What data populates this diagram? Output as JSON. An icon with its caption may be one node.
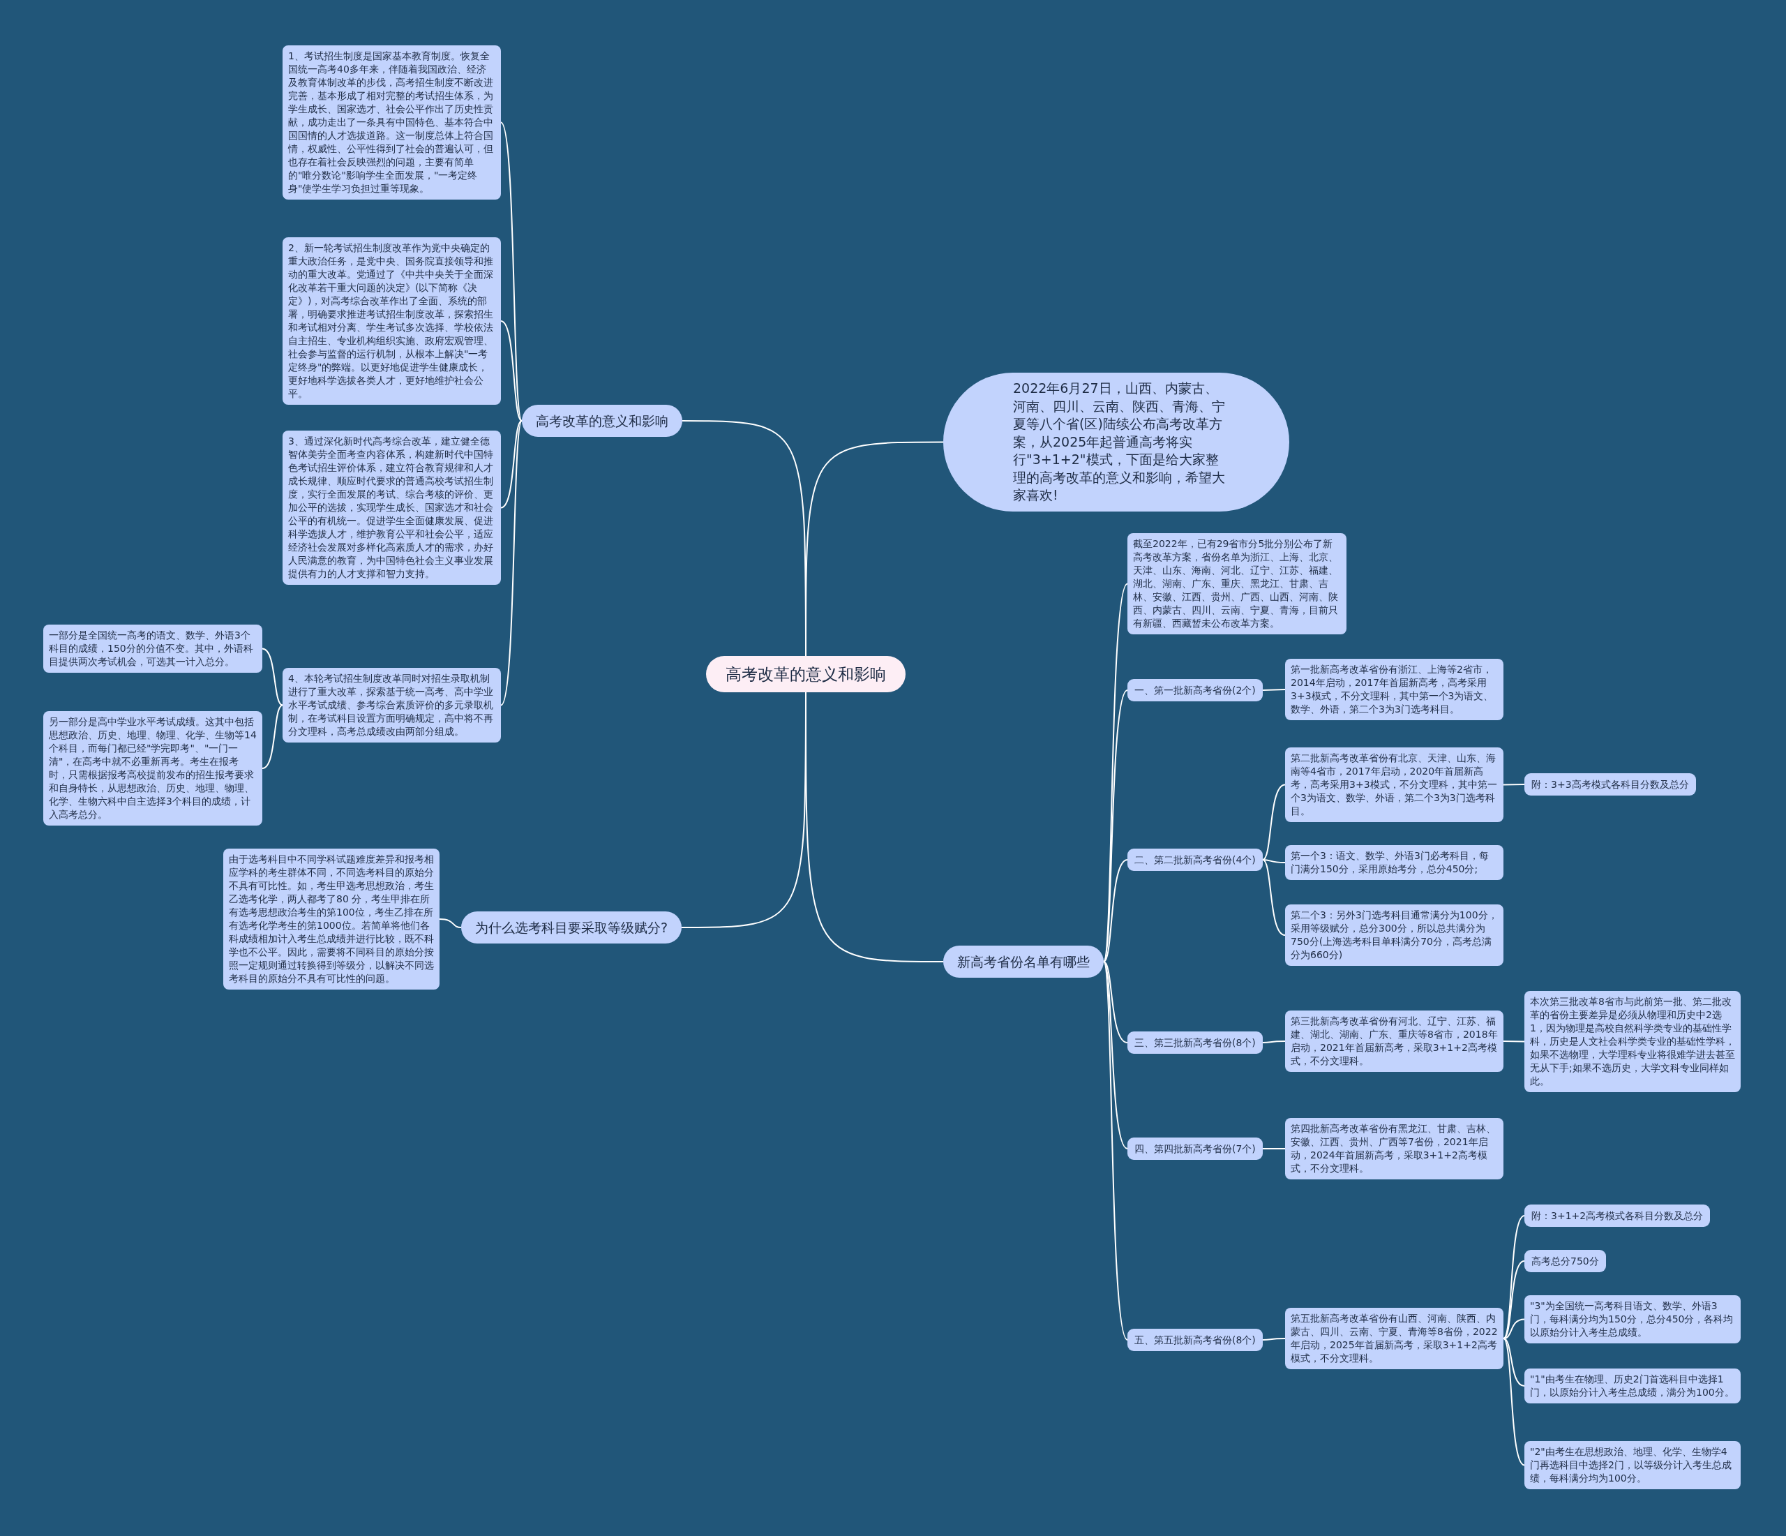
{
  "diagram": {
    "nodes": [
      {
        "text": [
          "高考改革的意义和影响"
        ]
      },
      {
        "text": [
          "高考改革的意义和影响"
        ]
      },
      {
        "text": [
          "1、考试招生制度是国家基本教育制度。恢复全国统一高考40多年来，伴随着我国政治、经济及教育体制改革的步伐，高考招生制度不断改进完善，基本形成了相对完整的考试招生体系，为学生成长、国家选才、社会公平作出了历史性贡献，成功走出了一条具有中国特色、基本符合中国国情的人才选拔道路。这一制度总体上符合国情，权威性、公平性得到了社会的普遍认可，但也存在着社会反映强烈的问题，主要有简单的\"唯分数论\"影响学生全面发展，\"一考定终身\"使学生学习负担过重等现象。"
        ]
      },
      {
        "text": [
          "2、新一轮考试招生制度改革作为党中央确定的重大政治任务，是党中央、国务院直接领导和推动的重大改革。党通过了《中共中央关于全面深化改革若干重大问题的决定》(以下简称《决定》)，对高考综合改革作出了全面、系统的部署，明确要求推进考试招生制度改革，探索招生和考试相对分离、学生考试多次选择、学校依法自主招生、专业机构组织实施、政府宏观管理、社会参与监督的运行机制，从根本上解决\"一考定终身\"的弊端。以更好地促进学生健康成长，更好地科学选拔各类人才，更好地维护社会公平。"
        ]
      },
      {
        "text": [
          "3、通过深化新时代高考综合改革，建立健全德智体美劳全面考查内容体系，构建新时代中国特色考试招生评价体系，建立符合教育规律和人才成长规律、顺应时代要求的普通高校考试招生制度，实行全面发展的考试、综合考核的评价、更加公平的选拔，实现学生成长、国家选才和社会公平的有机统一。促进学生全面健康发展、促进科学选拔人才，维护教育公平和社会公平，适应经济社会发展对多样化高素质人才的需求，办好人民满意的教育，为中国特色社会主义事业发展提供有力的人才支撑和智力支持。"
        ]
      },
      {
        "text": [
          "4、本轮考试招生制度改革同时对招生录取机制进行了重大改革，探索基于统一高考、高中学业水平考试成绩、参考综合素质评价的多元录取机制，在考试科目设置方面明确规定，高中将不再分文理科，高考总成绩改由两部分组成。"
        ]
      },
      {
        "text": [
          "一部分是全国统一高考的语文、数学、外语3个科目的成绩，150分的分值不变。其中，外语科目提供两次考试机会，可选其一计入总分。"
        ]
      },
      {
        "text": [
          "另一部分是高中学业水平考试成绩。这其中包括思想政治、历史、地理、物理、化学、生物等14个科目，而每门都已经\"学完即考\"、\"一门一清\"，在高考中就不必重新再考。考生在报考时，只需根据报考高校提前发布的招生报考要求和自身特长，从思想政治、历史、地理、物理、化学、生物六科中自主选择3个科目的成绩，计入高考总分。"
        ]
      },
      {
        "text": [
          "为什么选考科目要采取等级赋分?"
        ]
      },
      {
        "text": [
          "由于选考科目中不同学科试题难度差异和报考相应学科的考生群体不同，不同选考科目的原始分不具有可比性。如，考生甲选考思想政治，考生乙选考化学，两人都考了80 分，考生甲排在所有选考思想政治考生的第100位，考生乙排在所有选考化学考生的第1000位。若简单将他们各科成绩相加计入考生总成绩并进行比较，既不科学也不公平。因此，需要将不同科目的原始分按照一定规则通过转换得到等级分，以解决不同选考科目的原始分不具有可比性的问题。"
        ]
      },
      {
        "text": [
          "2022年6月27日，山西、内蒙古、河南、四川、云南、陕西、青海、宁夏等八个省(区)陆续公布高考改革方案，从2025年起普通高考将实行\"3+1+2\"模式，下面是给大家整理的高考改革的意义和影响，希望大家喜欢!"
        ]
      },
      {
        "text": [
          "新高考省份名单有哪些"
        ]
      },
      {
        "text": [
          "截至2022年，已有29省市分5批分别公布了新高考改革方案，省份名单为浙江、上海、北京、天津、山东、海南、河北、辽宁、江苏、福建、湖北、湖南、广东、重庆、黑龙江、甘肃、吉林、安徽、江西、贵州、广西、山西、河南、陕西、内蒙古、四川、云南、宁夏、青海，目前只有新疆、西藏暂未公布改革方案。"
        ]
      },
      {
        "text": [
          "一、第一批新高考省份(2个)"
        ]
      },
      {
        "text": [
          "第一批新高考改革省份有浙江、上海等2省市，2014年启动，2017年首届新高考，高考采用3+3模式，不分文理科，其中第一个3为语文、数学、外语，第二个3为3门选考科目。"
        ]
      },
      {
        "text": [
          "二、第二批新高考省份(4个)"
        ]
      },
      {
        "text": [
          "第二批新高考改革省份有北京、天津、山东、海南等4省市，2017年启动，2020年首届新高考，高考采用3+3模式，不分文理科，其中第一个3为语文、数学、外语，第二个3为3门选考科目。"
        ]
      },
      {
        "text": [
          "附：3+3高考模式各科目分数及总分"
        ]
      },
      {
        "text": [
          "第一个3：语文、数学、外语3门必考科目，每门满分150分，采用原始考分，总分450分;"
        ]
      },
      {
        "text": [
          "第二个3：另外3门选考科目通常满分为100分，采用等级赋分，总分300分，所以总共满分为750分(上海选考科目单科满分70分，高考总满分为660分)"
        ]
      },
      {
        "text": [
          "三、第三批新高考省份(8个)"
        ]
      },
      {
        "text": [
          "第三批新高考改革省份有河北、辽宁、江苏、福建、湖北、湖南、广东、重庆等8省市，2018年启动，2021年首届新高考，采取3+1+2高考模式，不分文理科。"
        ]
      },
      {
        "text": [
          "本次第三批改革8省市与此前第一批、第二批改革的省份主要差异是必须从物理和历史中2选1，因为物理是高校自然科学类专业的基础性学科，历史是人文社会科学类专业的基础性学科，如果不选物理，大学理科专业将很难学进去甚至无从下手;如果不选历史，大学文科专业同样如此。"
        ]
      },
      {
        "text": [
          "四、第四批新高考省份(7个)"
        ]
      },
      {
        "text": [
          "第四批新高考改革省份有黑龙江、甘肃、吉林、安徽、江西、贵州、广西等7省份，2021年启动，2024年首届新高考，采取3+1+2高考模式，不分文理科。"
        ]
      },
      {
        "text": [
          "五、第五批新高考省份(8个)"
        ]
      },
      {
        "text": [
          "第五批新高考改革省份有山西、河南、陕西、内蒙古、四川、云南、宁夏、青海等8省份，2022年启动，2025年首届新高考，采取3+1+2高考模式，不分文理科。"
        ]
      },
      {
        "text": [
          "附：3+1+2高考模式各科目分数及总分"
        ]
      },
      {
        "text": [
          "高考总分750分"
        ]
      },
      {
        "text": [
          "\"3\"为全国统一高考科目语文、数学、外语3门，每科满分均为150分，总分450分，各科均以原始分计入考生总成绩。"
        ]
      },
      {
        "text": [
          "\"1\"由考生在物理、历史2门首选科目中选择1门，以原始分计入考生总成绩，满分为100分。"
        ]
      },
      {
        "text": [
          "\"2\"由考生在思想政治、地理、化学、生物学4门再选科目中选择2门，以等级分计入考生总成绩，每科满分均为100分。"
        ]
      }
    ],
    "edges": [
      {
        "from": 0,
        "to": 1,
        "arrow": "none"
      },
      {
        "from": 1,
        "to": 2,
        "arrow": "none"
      },
      {
        "from": 1,
        "to": 3,
        "arrow": "none"
      },
      {
        "from": 1,
        "to": 4,
        "arrow": "none"
      },
      {
        "from": 1,
        "to": 5,
        "arrow": "none"
      },
      {
        "from": 5,
        "to": 6,
        "arrow": "none"
      },
      {
        "from": 5,
        "to": 7,
        "arrow": "none"
      },
      {
        "from": 0,
        "to": 8,
        "arrow": "none"
      },
      {
        "from": 8,
        "to": 9,
        "arrow": "none"
      },
      {
        "from": 0,
        "to": 10,
        "arrow": "none"
      },
      {
        "from": 0,
        "to": 11,
        "arrow": "none"
      },
      {
        "from": 11,
        "to": 12,
        "arrow": "none"
      },
      {
        "from": 11,
        "to": 13,
        "arrow": "none"
      },
      {
        "from": 13,
        "to": 14,
        "arrow": "none"
      },
      {
        "from": 11,
        "to": 15,
        "arrow": "none"
      },
      {
        "from": 15,
        "to": 16,
        "arrow": "none"
      },
      {
        "from": 16,
        "to": 17,
        "arrow": "none"
      },
      {
        "from": 15,
        "to": 18,
        "arrow": "none"
      },
      {
        "from": 15,
        "to": 19,
        "arrow": "none"
      },
      {
        "from": 11,
        "to": 20,
        "arrow": "none"
      },
      {
        "from": 20,
        "to": 21,
        "arrow": "none"
      },
      {
        "from": 21,
        "to": 22,
        "arrow": "none"
      },
      {
        "from": 11,
        "to": 23,
        "arrow": "none"
      },
      {
        "from": 23,
        "to": 24,
        "arrow": "none"
      },
      {
        "from": 11,
        "to": 25,
        "arrow": "none"
      },
      {
        "from": 25,
        "to": 26,
        "arrow": "none"
      },
      {
        "from": 26,
        "to": 27,
        "arrow": "none"
      },
      {
        "from": 26,
        "to": 28,
        "arrow": "none"
      },
      {
        "from": 26,
        "to": 29,
        "arrow": "none"
      },
      {
        "from": 26,
        "to": 30,
        "arrow": "none"
      },
      {
        "from": 26,
        "to": 31,
        "arrow": "none"
      }
    ]
  }
}
